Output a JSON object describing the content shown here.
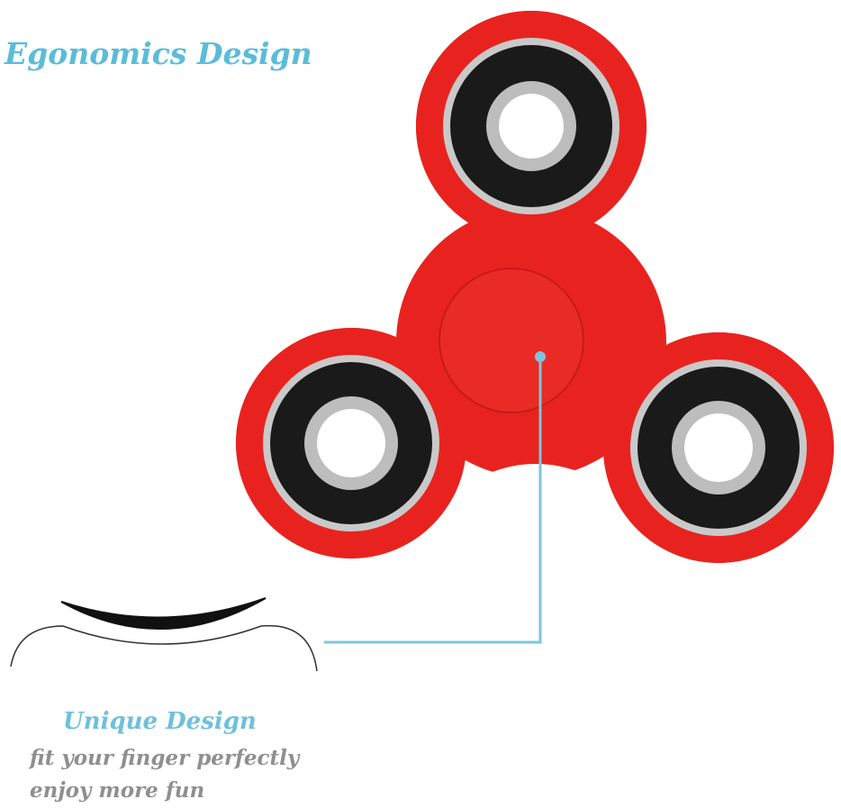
{
  "headline": "Egonomics Design",
  "feature": {
    "title": "Unique Design",
    "lines": [
      "fit your finger perfectly",
      "enjoy more fun"
    ]
  },
  "colors": {
    "spinner": "#e8231f",
    "accent": "#5bbcd8",
    "text_gray": "#8f8f8f",
    "bearing": "#1a1a1a"
  }
}
